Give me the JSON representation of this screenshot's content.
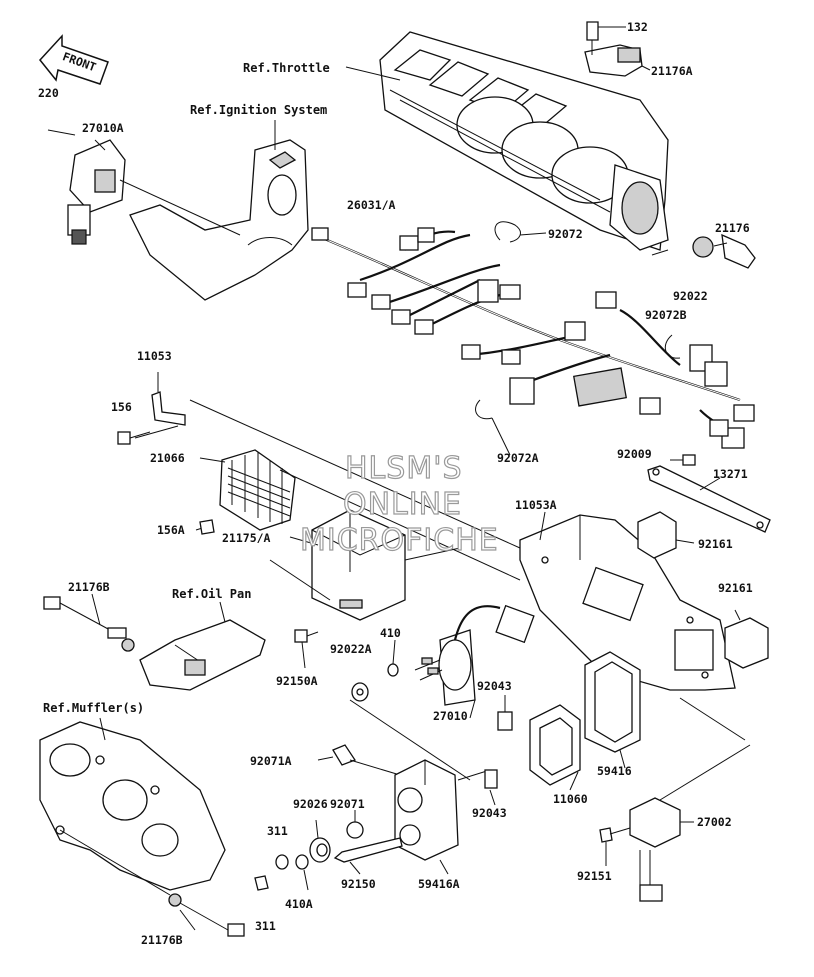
{
  "front_marker": "FRONT",
  "watermark": [
    "HLSM'S",
    "ONLINE",
    "MICROFICHE"
  ],
  "references": {
    "throttle": "Ref.Throttle",
    "ignition": "Ref.Ignition System",
    "oil_pan": "Ref.Oil Pan",
    "muffler": "Ref.Muffler(s)"
  },
  "parts": {
    "p132": "132",
    "p21176A": "21176A",
    "p220": "220",
    "p27010A": "27010A",
    "p26031A": "26031/A",
    "p92072": "92072",
    "p21176": "21176",
    "p92022": "92022",
    "p92072B": "92072B",
    "p11053": "11053",
    "p156": "156",
    "p21066": "21066",
    "p92072A": "92072A",
    "p92009": "92009",
    "p13271": "13271",
    "p156A": "156A",
    "p21175A": "21175/A",
    "p11053A": "11053A",
    "p92161a": "92161",
    "p21176B_top": "21176B",
    "p92161b": "92161",
    "p410": "410",
    "p92022A": "92022A",
    "p92150A": "92150A",
    "p92043a": "92043",
    "p27010": "27010",
    "p59416": "59416",
    "p92071A": "92071A",
    "p92071": "92071",
    "p92026": "92026",
    "p92043b": "92043",
    "p11060": "11060",
    "p27002": "27002",
    "p311a": "311",
    "p92150": "92150",
    "p59416A": "59416A",
    "p92151": "92151",
    "p410A": "410A",
    "p311b": "311",
    "p21176B_bottom": "21176B"
  }
}
